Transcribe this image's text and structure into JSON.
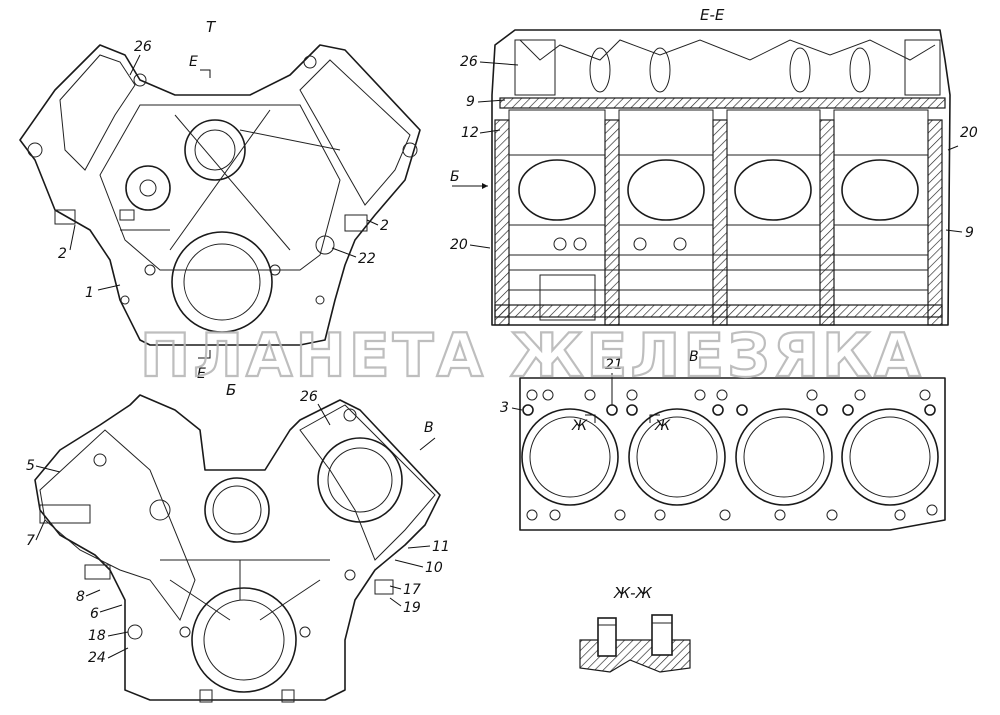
{
  "views": {
    "top_left_title": "Т",
    "section_ee_title": "Е-Е",
    "bottom_left_title": "Б",
    "section_zz_title": "Ж-Ж"
  },
  "marks": {
    "e_top": "Е",
    "e_bottom": "Е",
    "b_arrow": "Б",
    "v_gasket": "В",
    "v_arrow": "В",
    "zh_left": "Ж",
    "zh_right": "Ж"
  },
  "callouts": {
    "c26a": "26",
    "c2a": "2",
    "c2b": "2",
    "c22": "22",
    "c1": "1",
    "c26b": "26",
    "c9a": "9",
    "c12": "12",
    "c20a": "20",
    "c20b": "20",
    "c9b": "9",
    "c21": "21",
    "c3": "3",
    "c26c": "26",
    "c5": "5",
    "c7": "7",
    "c8": "8",
    "c6": "6",
    "c18": "18",
    "c24": "24",
    "c11": "11",
    "c10": "10",
    "c17": "17",
    "c19": "19"
  },
  "watermark": "ПЛАНЕТА ЖЕЛЕЗЯКА"
}
